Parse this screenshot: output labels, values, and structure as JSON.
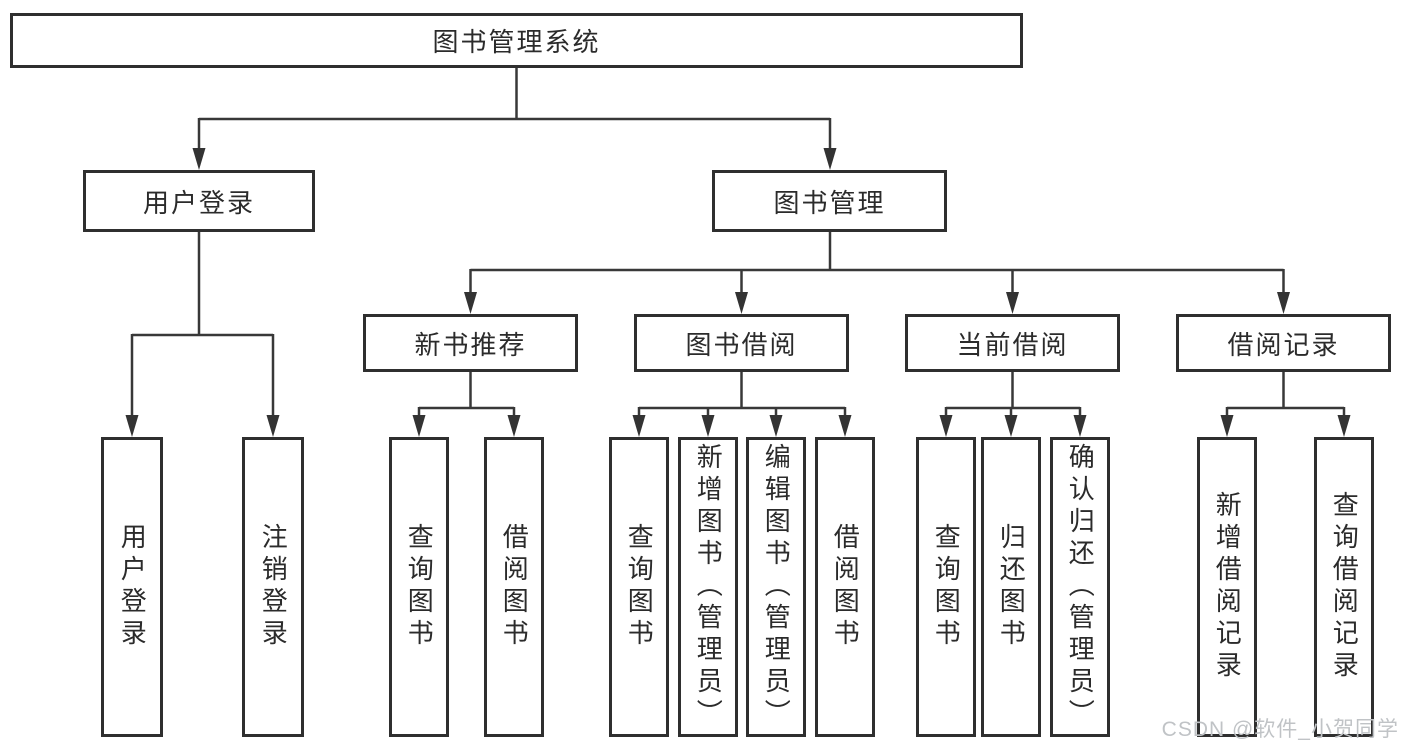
{
  "nodes": {
    "root": "图书管理系统",
    "level2": {
      "user_login": "用户登录",
      "book_mgmt": "图书管理"
    },
    "level3": {
      "new_books": "新书推荐",
      "borrow": "图书借阅",
      "current": "当前借阅",
      "records": "借阅记录"
    },
    "leaves": {
      "user_login": "用户登录",
      "logout": "注销登录",
      "nb_query": "查询图书",
      "nb_borrow": "借阅图书",
      "bb_query": "查询图书",
      "bb_add": "新增图书（管理员）",
      "bb_edit": "编辑图书（管理员）",
      "bb_borrow": "借阅图书",
      "cb_query": "查询图书",
      "cb_return": "归还图书",
      "cb_confirm": "确认归还（管理员）",
      "rec_add": "新增借阅记录",
      "rec_query": "查询借阅记录"
    }
  },
  "watermark": "CSDN @软件_小贺同学",
  "colors": {
    "line": "#383838",
    "border": "#2f2f2f",
    "text": "#2b2b2b",
    "watermark": "#c0c3c6",
    "background": "#ffffff"
  }
}
